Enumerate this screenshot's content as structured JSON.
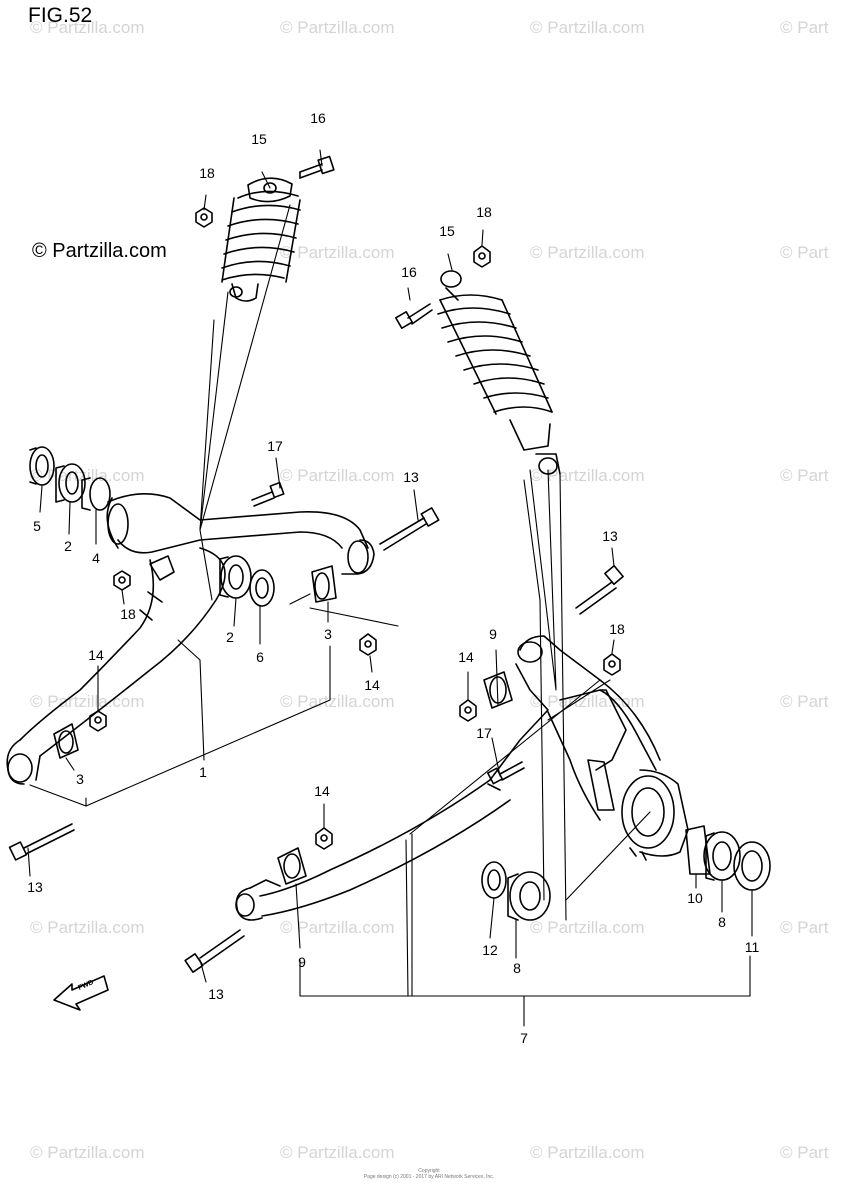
{
  "figure": {
    "title": "FIG.52"
  },
  "watermark": {
    "main": "© Partzilla.com",
    "tile": "© Partzilla.com",
    "tile_edge": "© Part",
    "color": "#d4d4d4"
  },
  "fwd_arrow": {
    "label": "FWD"
  },
  "callouts": {
    "c1": "1",
    "c2a": "2",
    "c2b": "2",
    "c3a": "3",
    "c3b": "3",
    "c4": "4",
    "c5": "5",
    "c6": "6",
    "c7": "7",
    "c8a": "8",
    "c8b": "8",
    "c9a": "9",
    "c9b": "9",
    "c10": "10",
    "c11": "11",
    "c12": "12",
    "c13a": "13",
    "c13b": "13",
    "c13c": "13",
    "c13d": "13",
    "c14a": "14",
    "c14b": "14",
    "c14c": "14",
    "c14d": "14",
    "c15a": "15",
    "c15b": "15",
    "c16a": "16",
    "c16b": "16",
    "c17a": "17",
    "c17b": "17",
    "c18a": "18",
    "c18b": "18",
    "c18c": "18",
    "c18d": "18"
  },
  "copyright": {
    "line1": "Copyright",
    "line2": "Page design (c) 2001 - 2017 by ARI Network Services, Inc."
  }
}
